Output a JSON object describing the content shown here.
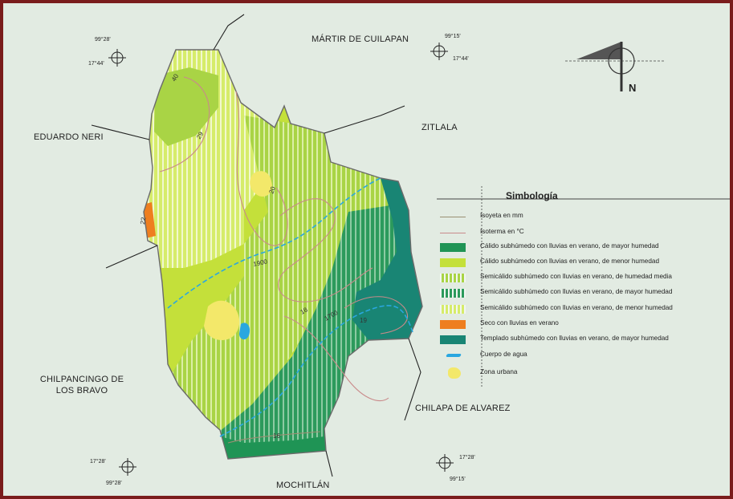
{
  "colors": {
    "frame_border": "#7a1c1c",
    "background": "#e2ebe2",
    "calido_mayor": "#1f9455",
    "calido_menor": "#c4e03a",
    "semicalido_media": "#a9d445",
    "semicalido_mayor": "#2c9a5c",
    "semicalido_menor": "#d6ec6a",
    "seco": "#ee7e1f",
    "templado": "#198574",
    "agua": "#2aa7e0",
    "urbana": "#f3e86a",
    "isoyeta": "#9a8f73",
    "isoterma": "#c98a8a"
  },
  "neighbors": {
    "north": "MÁRTIR DE CUILAPAN",
    "west": "EDUARDO NERI",
    "east": "ZITLALA",
    "southwest_line1": "CHILPANCINGO DE",
    "southwest_line2": "LOS BRAVO",
    "southeast": "CHILAPA DE ALVAREZ",
    "south": "MOCHITLÁN"
  },
  "coordinates": {
    "nw_lon": "99°28'",
    "nw_lat": "17°44'",
    "ne_lon": "99°15'",
    "ne_lat": "17°44'",
    "sw_lat": "17°28'",
    "sw_lon": "99°28'",
    "se_lat": "17°28'",
    "se_lon": "99°15'"
  },
  "north_arrow": {
    "label": "N",
    "icon": "north-arrow-icon"
  },
  "map_labels": {
    "iso_a": "40",
    "iso_b": "1900",
    "iso_c": "29",
    "iso_d": "1700",
    "iso_e": "20",
    "iso_f": "18",
    "iso_g": "22",
    "iso_h": "16",
    "iso_i": "19"
  },
  "legend": {
    "title": "Simbología",
    "items": [
      {
        "label": "Isoyeta en mm",
        "kind": "line",
        "color": "#9a8f73"
      },
      {
        "label": "Isoterma en °C",
        "kind": "line",
        "color": "#c98a8a"
      },
      {
        "label": "Cálido subhúmedo con lluvias en verano, de mayor humedad",
        "kind": "fill",
        "color": "#1f9455"
      },
      {
        "label": "Cálido subhúmedo con lluvias en verano, de menor humedad",
        "kind": "fill",
        "color": "#c4e03a"
      },
      {
        "label": "Semicálido subhúmedo con lluvias en verano, de humedad media",
        "kind": "hatch",
        "color": "#a9d445"
      },
      {
        "label": "Semicálido subhúmedo con lluvias en verano, de mayor humedad",
        "kind": "hatch",
        "color": "#2c9a5c"
      },
      {
        "label": "Semicálido subhúmedo con lluvias en verano, de menor humedad",
        "kind": "hatch",
        "color": "#d6ec6a"
      },
      {
        "label": "Seco con lluvias en verano",
        "kind": "fill",
        "color": "#ee7e1f"
      },
      {
        "label": "Templado subhúmedo con lluvias en verano, de mayor humedad",
        "kind": "fill",
        "color": "#198574"
      },
      {
        "label": "Cuerpo de agua",
        "kind": "water",
        "color": "#2aa7e0"
      },
      {
        "label": "Zona urbana",
        "kind": "urban",
        "color": "#f3e86a"
      }
    ]
  }
}
